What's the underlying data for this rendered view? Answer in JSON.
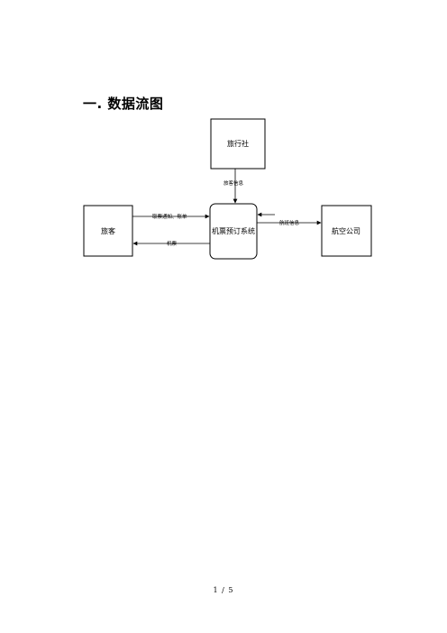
{
  "heading": {
    "title": "一. 数据流图"
  },
  "diagram": {
    "nodes": {
      "travel_agency": "旅行社",
      "passenger": "旅客",
      "system": "机票预订系统",
      "airline": "航空公司"
    },
    "flows": {
      "passenger_info": "旅客信息",
      "ticket_notice_bill": "取票通知、账单",
      "ticket": "机票",
      "flight_info": "航班信息"
    }
  },
  "footer": {
    "page": "1 / 5"
  }
}
